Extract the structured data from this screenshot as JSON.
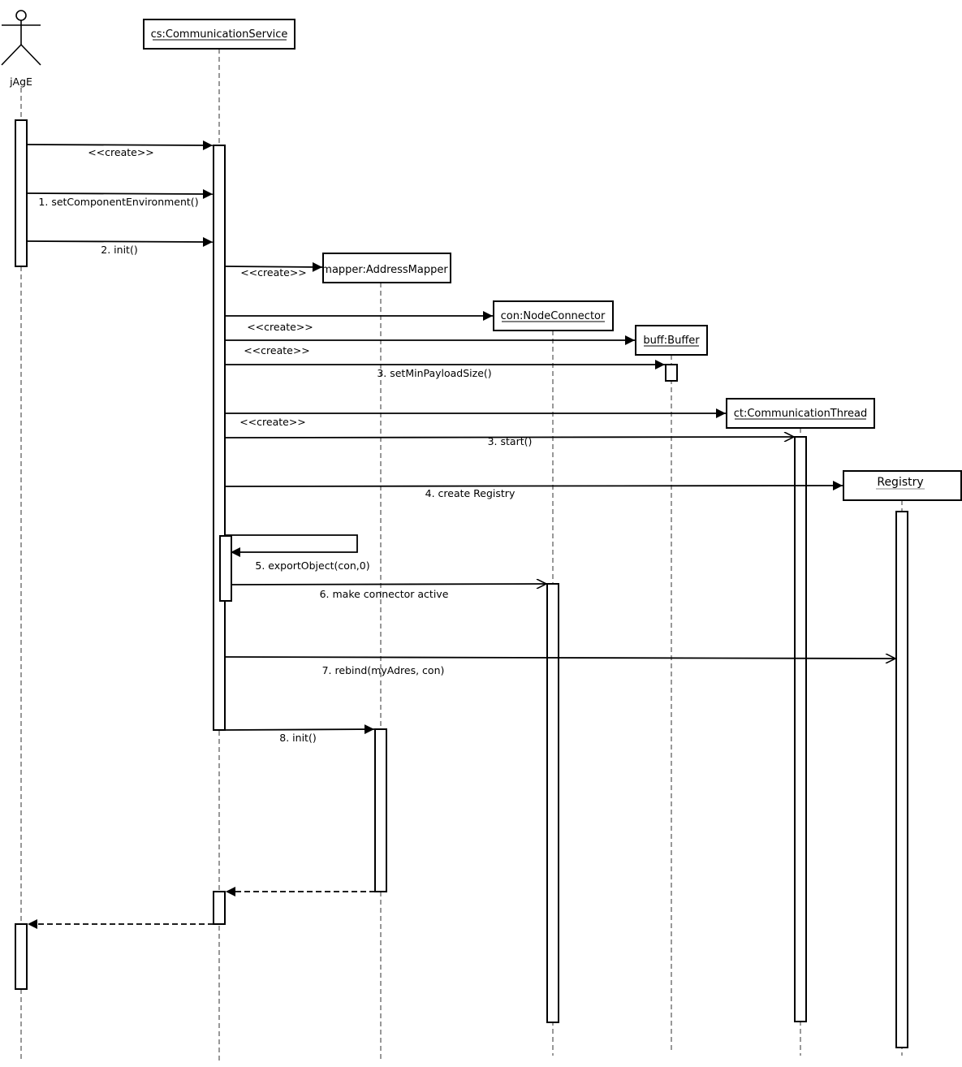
{
  "actor": {
    "name": "jAgE"
  },
  "objects": {
    "cs": "cs:CommunicationService",
    "mapper": "mapper:AddressMapper",
    "con": "con:NodeConnector",
    "buff": "buff:Buffer",
    "ct": "ct:CommunicationThread",
    "registry": "Registry"
  },
  "messages": {
    "create_cs": "<<create>>",
    "set_env": "1. setComponentEnvironment()",
    "init": "2. init()",
    "create_mapper": "<<create>>",
    "create_con": "<<create>>",
    "create_buff": "<<create>>",
    "set_payload": "3. setMinPayloadSize()",
    "create_ct": "<<create>>",
    "start": "3. start()",
    "create_registry": "4. create Registry",
    "export": "5. exportObject(con,0)",
    "activate": "6. make connector active",
    "rebind": "7. rebind(myAdres, con)",
    "mapper_init": "8. init()"
  }
}
